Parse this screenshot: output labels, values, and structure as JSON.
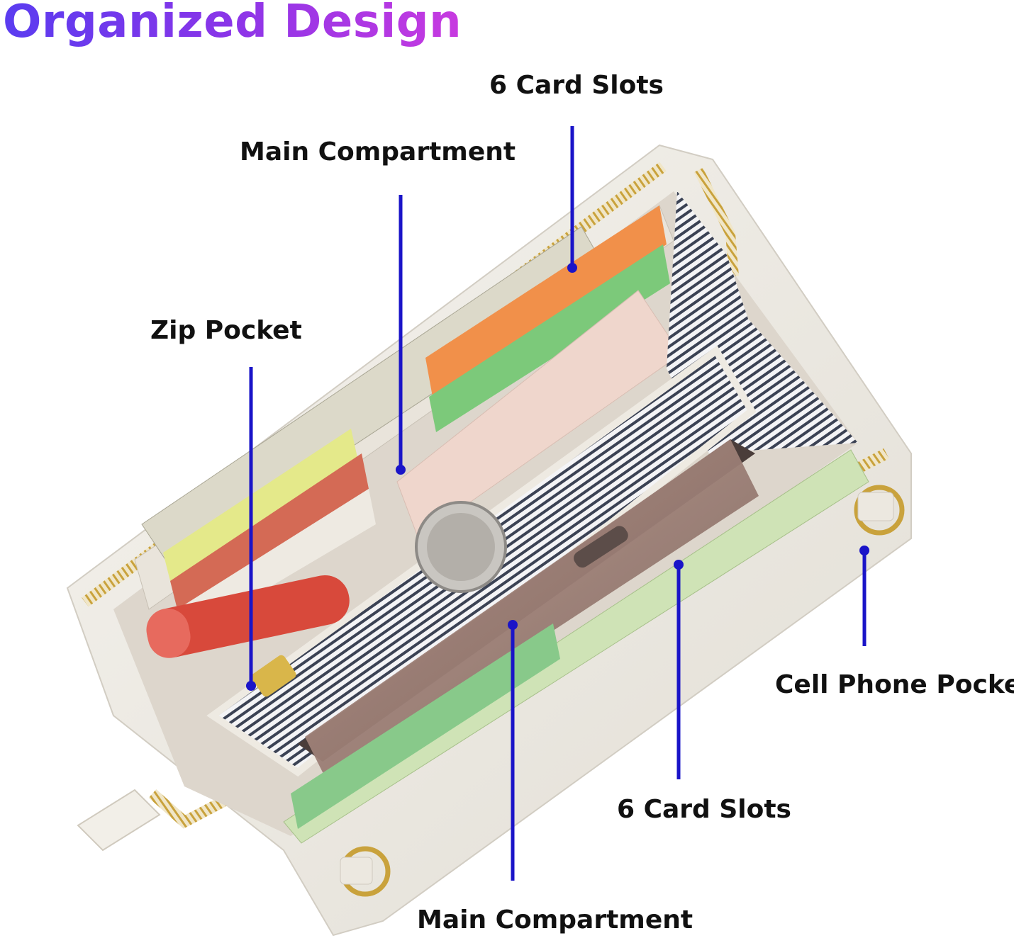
{
  "headline": "Organized Design",
  "callouts": {
    "card_slots_top": "6 Card Slots",
    "main_compartment_top": "Main Compartment",
    "zip_pocket": "Zip Pocket",
    "cell_phone_pocket": "Cell Phone Pocket",
    "card_slots_bottom": "6 Card Slots",
    "main_compartment_bottom": "Main Compartment"
  },
  "colors": {
    "headline_gradient_start": "#5a3cf0",
    "headline_gradient_end": "#c83ae0",
    "pointer_line": "#1a14c8",
    "wallet_body": "#efece6",
    "zipper": "#c9a23c",
    "lining_stripe": "#3b4254"
  }
}
